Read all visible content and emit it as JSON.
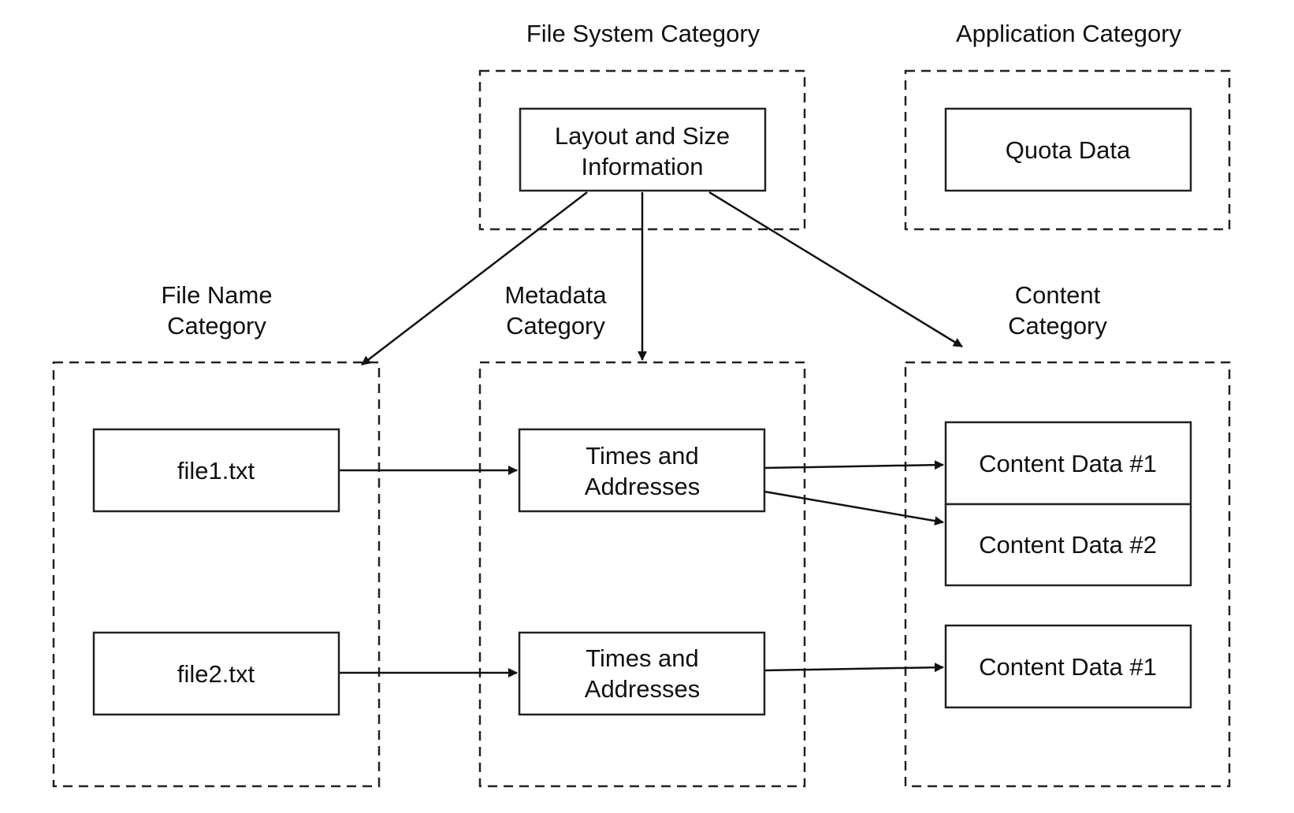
{
  "groups": {
    "file_system": {
      "label": [
        "File System Category"
      ]
    },
    "application": {
      "label": [
        "Application Category"
      ]
    },
    "file_name": {
      "label": [
        "File Name",
        "Category"
      ]
    },
    "metadata": {
      "label": [
        "Metadata",
        "Category"
      ]
    },
    "content": {
      "label": [
        "Content",
        "Category"
      ]
    }
  },
  "nodes": {
    "layout_size": {
      "label": [
        "Layout and Size",
        "Information"
      ]
    },
    "quota_data": {
      "label": [
        "Quota Data"
      ]
    },
    "file1": {
      "label": [
        "file1.txt"
      ]
    },
    "file2": {
      "label": [
        "file2.txt"
      ]
    },
    "times_addresses_1": {
      "label": [
        "Times and",
        "Addresses"
      ]
    },
    "times_addresses_2": {
      "label": [
        "Times and",
        "Addresses"
      ]
    },
    "content_data_1a": {
      "label": [
        "Content Data #1"
      ]
    },
    "content_data_2": {
      "label": [
        "Content Data #2"
      ]
    },
    "content_data_1b": {
      "label": [
        "Content Data #1"
      ]
    }
  },
  "edges": [
    {
      "from": "layout_size",
      "to": "file_name"
    },
    {
      "from": "layout_size",
      "to": "metadata"
    },
    {
      "from": "layout_size",
      "to": "content"
    },
    {
      "from": "file1",
      "to": "times_addresses_1"
    },
    {
      "from": "file2",
      "to": "times_addresses_2"
    },
    {
      "from": "times_addresses_1",
      "to": "content_data_1a"
    },
    {
      "from": "times_addresses_1",
      "to": "content_data_2"
    },
    {
      "from": "times_addresses_2",
      "to": "content_data_1b"
    }
  ]
}
